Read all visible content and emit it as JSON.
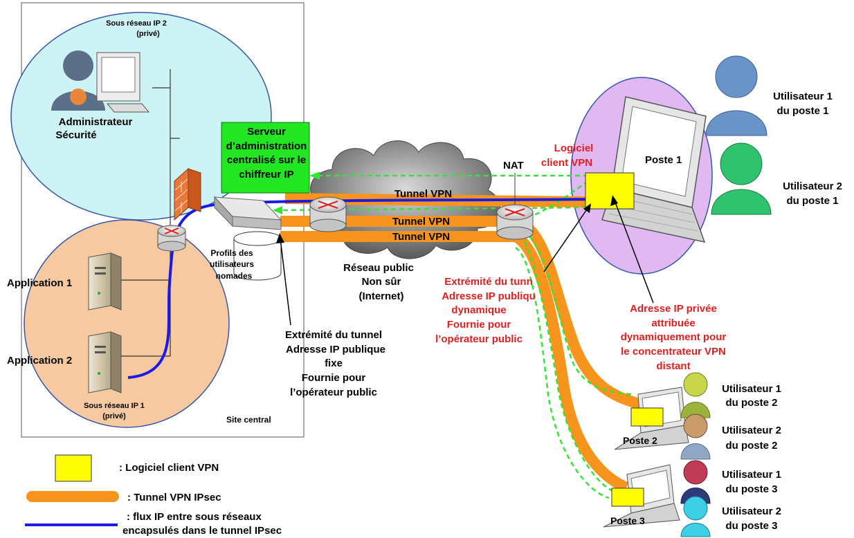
{
  "site": {
    "subnet2": [
      "Sous réseau IP 2",
      "(privé)"
    ],
    "admin": [
      "Administrateur",
      "Sécurité"
    ],
    "server": [
      "Serveur",
      "d’administration",
      "centralisé sur le",
      "chiffreur IP"
    ],
    "profiles": [
      "Profils des",
      "utilisateurs",
      "nomades"
    ],
    "app1": "Application 1",
    "app2": "Application 2",
    "subnet1": [
      "Sous réseau IP 1",
      "(privé)"
    ],
    "central": "Site central"
  },
  "network": {
    "tunnel1": "Tunnel VPN",
    "tunnel2": "Tunnel VPN",
    "tunnel3": "Tunnel VPN",
    "nat": "NAT",
    "public": [
      "Réseau public",
      "Non sûr",
      "(Internet)"
    ],
    "fixed_end": [
      "Extrémité du tunnel",
      "Adresse IP publique",
      "fixe",
      "Fournie pour",
      "l’opérateur public"
    ],
    "dyn_end": [
      "Extrémité du tunn",
      "Adresse IP publiqu",
      "dynamique",
      "Fournie pour",
      "l’opérateur public"
    ],
    "private_ip": [
      "Adresse IP privée",
      "attribuée",
      "dynamiquement pour",
      "le concentrateur VPN",
      "distant"
    ]
  },
  "remote": {
    "client_sw": [
      "Logiciel",
      "client VPN"
    ],
    "poste1": "Poste 1",
    "poste2": "Poste 2",
    "poste3": "Poste 3",
    "u1p1": [
      "Utilisateur 1",
      "du poste 1"
    ],
    "u2p1": [
      "Utilisateur 2",
      "du poste 1"
    ],
    "u1p2": [
      "Utilisateur 1",
      "du poste 2"
    ],
    "u2p2": [
      "Utilisateur 2",
      "du poste 2"
    ],
    "u1p3": [
      "Utilisateur 1",
      "du poste 3"
    ],
    "u2p3": [
      "Utilisateur 2",
      "du poste 3"
    ]
  },
  "legend": {
    "client": ": Logiciel client VPN",
    "tunnel": ": Tunnel VPN IPsec",
    "flux": [
      ": flux IP entre sous réseaux",
      "encapsulés dans le tunnel IPsec"
    ]
  },
  "colors": {
    "tunnel": "#f7941d",
    "flow": "#1a1ae6",
    "dashed": "#2ee82e",
    "client_box": "#ffff00",
    "server_box": "#22e622",
    "subnet2_fill": "#cdf3f5",
    "subnet1_fill": "#f7c9a0",
    "poste1_fill": "#e0b8f2",
    "red_text": "#e02020"
  }
}
